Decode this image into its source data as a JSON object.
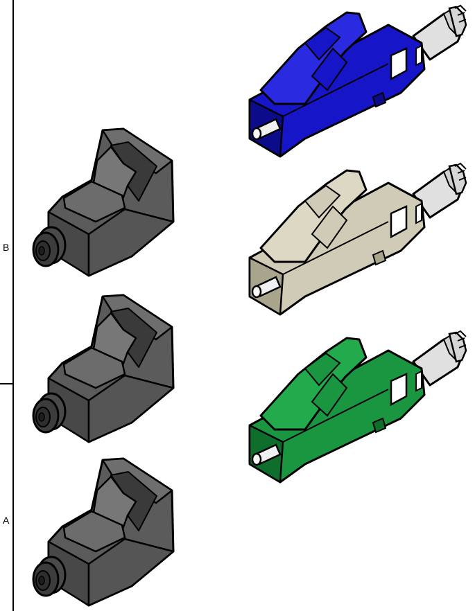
{
  "drawing": {
    "zone_labels": [
      "B",
      "A"
    ]
  },
  "colors": {
    "background": "#ffffff",
    "outline": "#000000",
    "dust_cap": "#5b5b5b",
    "dust_cap_dark": "#3a3a3a",
    "dust_cap_light": "#7a7a7a",
    "connector_blue": "#1616c8",
    "connector_beige": "#cfcbb6",
    "connector_green": "#1a9640",
    "ferrule": "#e8e8e8",
    "boot": "#e0e0e0"
  },
  "parts": {
    "dust_caps": [
      {
        "label": "dust-cap-1"
      },
      {
        "label": "dust-cap-2"
      },
      {
        "label": "dust-cap-3"
      }
    ],
    "connectors": [
      {
        "label": "lc-connector-blue",
        "color_key": "connector_blue"
      },
      {
        "label": "lc-connector-beige",
        "color_key": "connector_beige"
      },
      {
        "label": "lc-connector-green",
        "color_key": "connector_green"
      }
    ]
  }
}
